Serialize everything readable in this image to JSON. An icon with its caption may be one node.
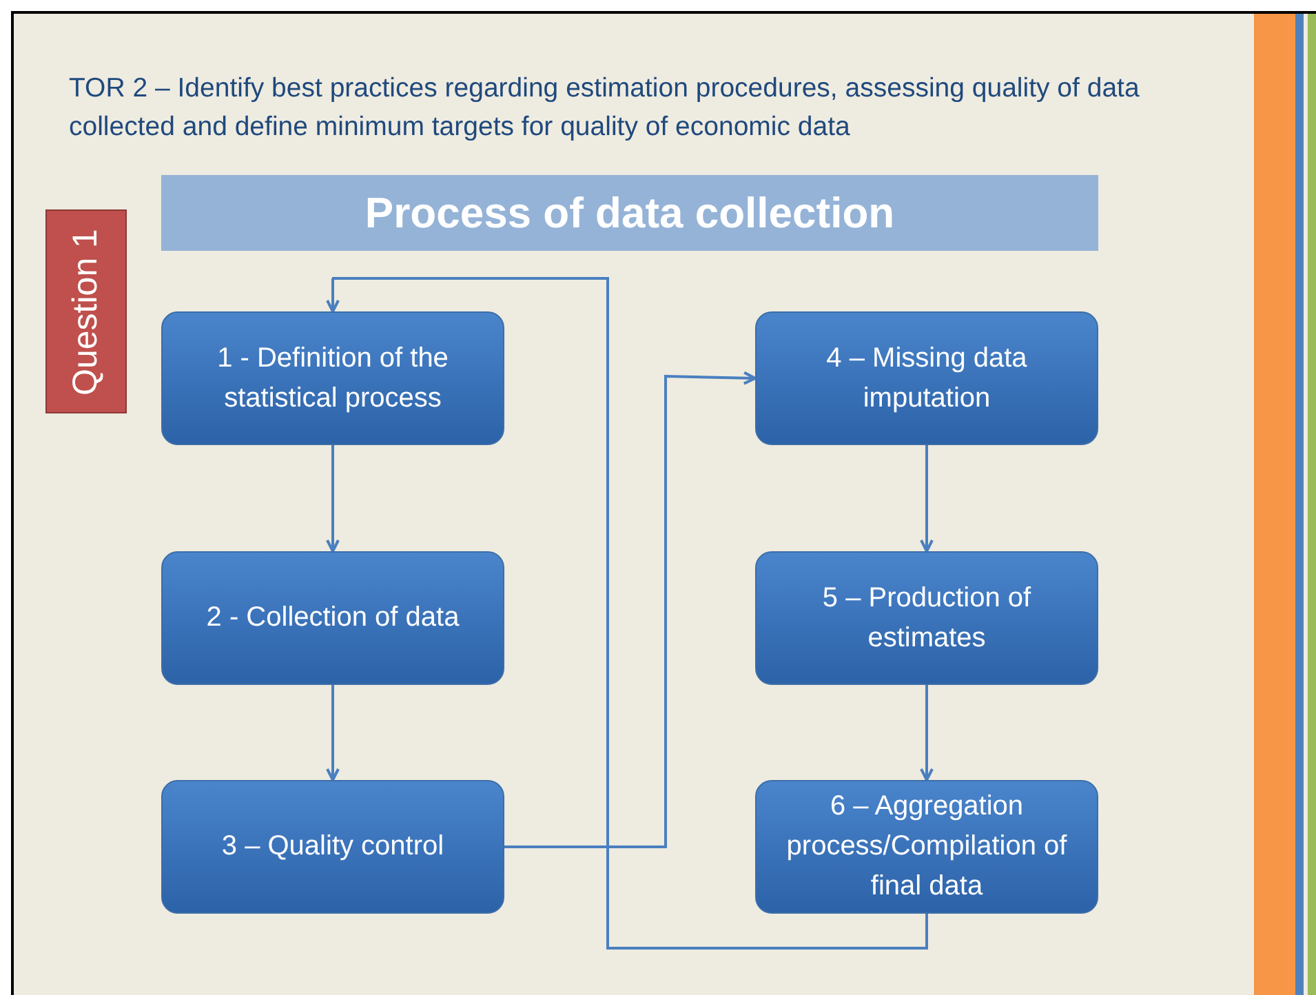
{
  "diagram": {
    "title": "TOR 2 – Identify best practices regarding estimation procedures, assessing quality of data collected and  define minimum targets for quality of economic data",
    "nodes": [
      {
        "text": [
          "Process of data collection"
        ]
      },
      {
        "text": [
          "Question 1"
        ]
      },
      {
        "text": [
          "1 - Definition of the statistical process"
        ]
      },
      {
        "text": [
          "2 - Collection of data"
        ]
      },
      {
        "text": [
          "3 – Quality control"
        ]
      },
      {
        "text": [
          "4 – Missing data imputation"
        ]
      },
      {
        "text": [
          "5 – Production of estimates"
        ]
      },
      {
        "text": [
          "6 – Aggregation process/Compilation of final data"
        ]
      }
    ],
    "edges": [
      {
        "from": 2,
        "to": 3,
        "arrow": "to"
      },
      {
        "from": 3,
        "to": 4,
        "arrow": "to"
      },
      {
        "from": 4,
        "to": 5,
        "arrow": "to"
      },
      {
        "from": 5,
        "to": 6,
        "arrow": "to"
      },
      {
        "from": 6,
        "to": 7,
        "arrow": "to"
      },
      {
        "from": 7,
        "to": 2,
        "arrow": "to"
      }
    ]
  }
}
